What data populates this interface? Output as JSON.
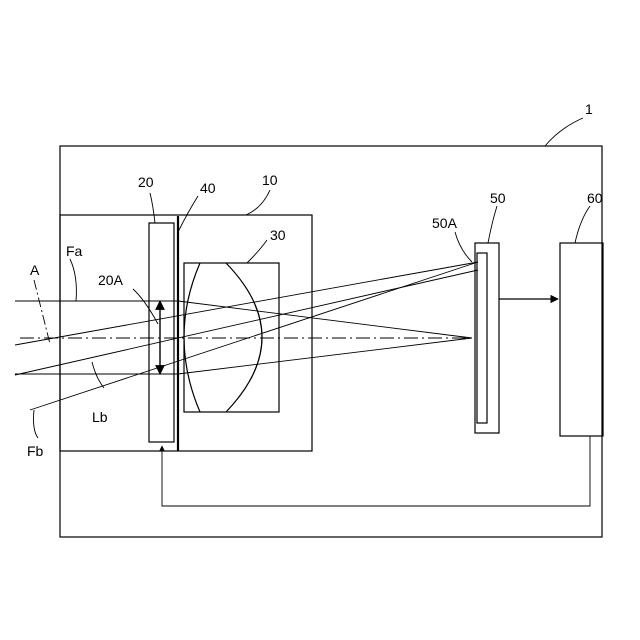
{
  "labels": {
    "device": "1",
    "housing": "10",
    "element_20": "20",
    "aperture_20a": "20A",
    "lens": "30",
    "plate": "40",
    "sensor": "50",
    "sensor_surface": "50A",
    "processor": "60",
    "axis": "A",
    "ray_fa": "Fa",
    "ray_fb": "Fb",
    "ray_lb": "Lb"
  }
}
